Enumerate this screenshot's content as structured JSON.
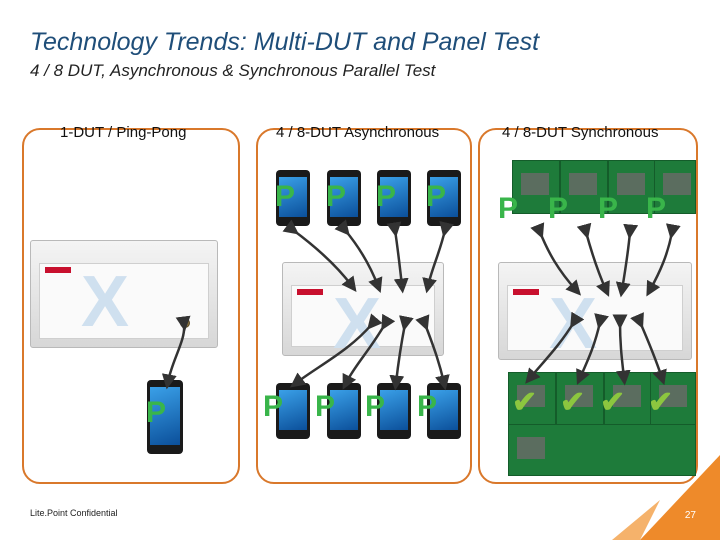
{
  "slide": {
    "title": "Technology Trends:  Multi-DUT and Panel Test",
    "subtitle": "4 / 8 DUT, Asynchronous & Synchronous Parallel Test",
    "panels": [
      {
        "label": "1-DUT / Ping-Pong"
      },
      {
        "label": "4 / 8-DUT Asynchronous"
      },
      {
        "label": "4 / 8-DUT Synchronous"
      }
    ],
    "footer": "Lite.Point Confidential",
    "page_number": "27"
  },
  "colors": {
    "accent": "#d9782b",
    "title": "#1f4e79",
    "checkmark": "#8cc63f"
  },
  "icons": [
    "phone-icon",
    "pcb-board-icon",
    "checkmark-icon",
    "tester-instrument-icon",
    "cable-arrow-icon"
  ]
}
